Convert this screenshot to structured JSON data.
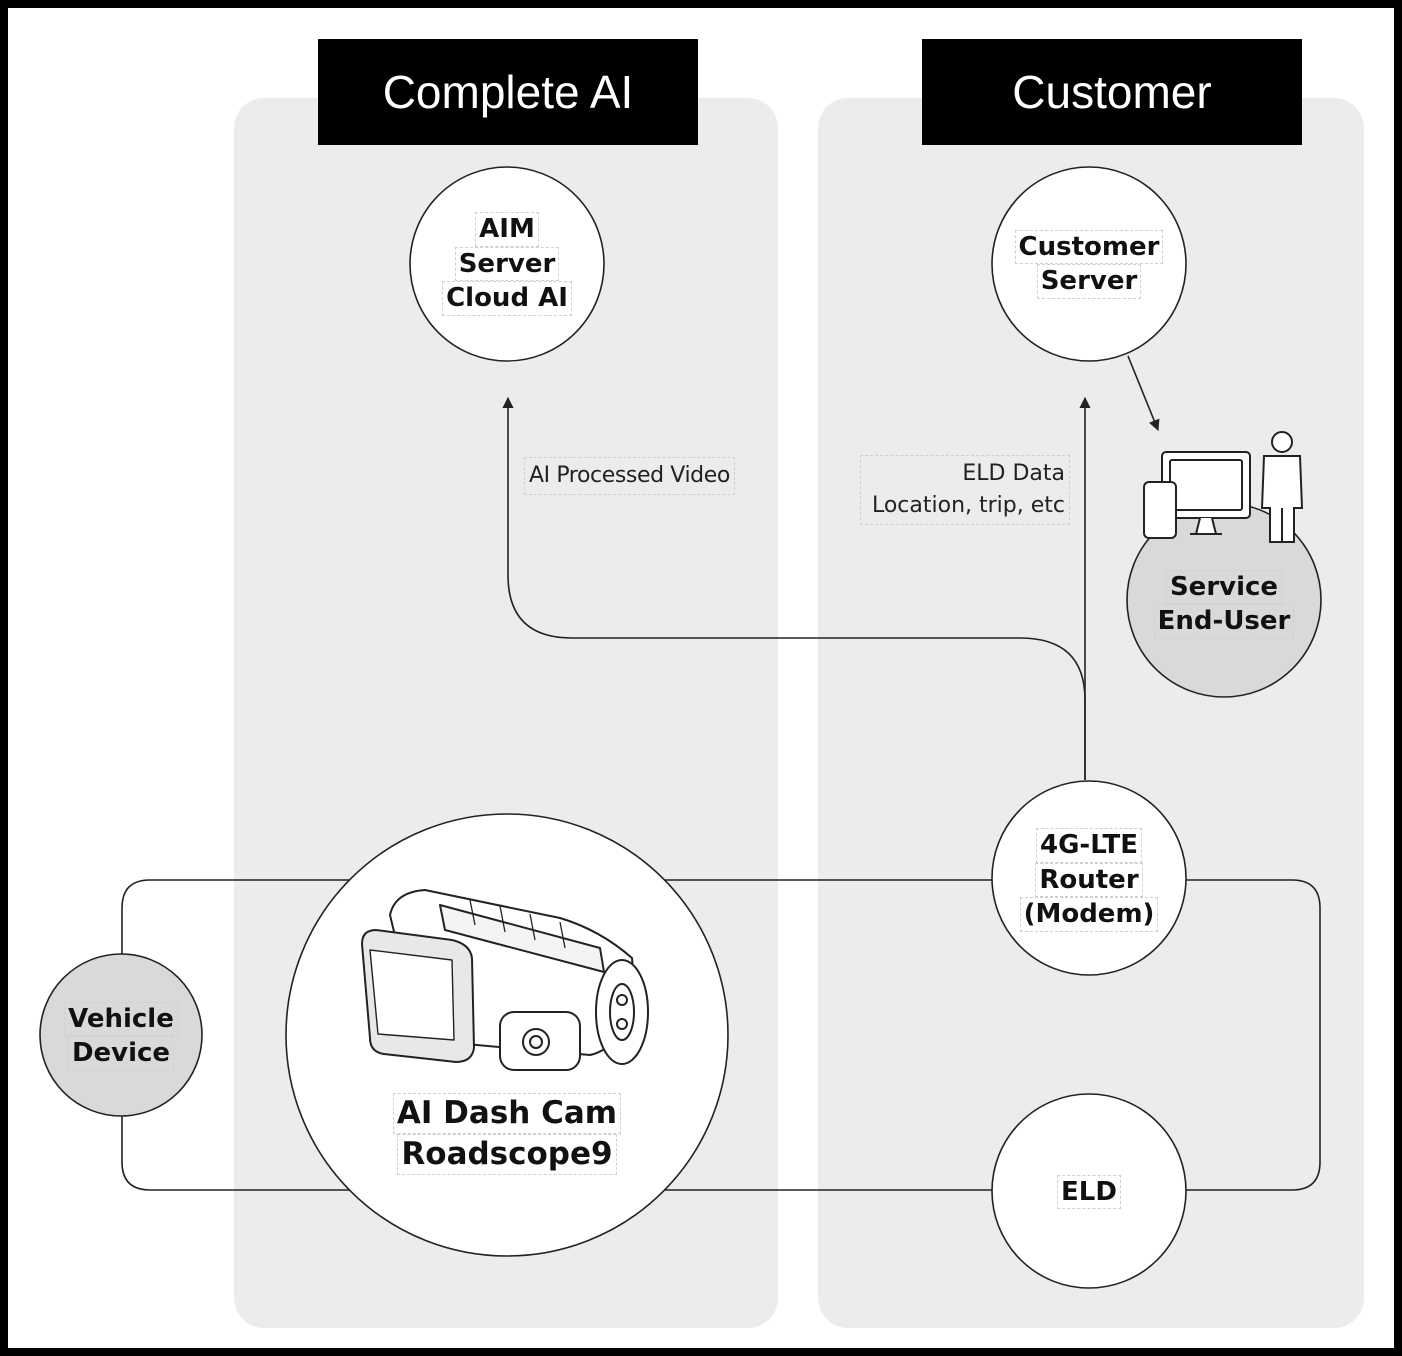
{
  "zones": {
    "left": {
      "title": "Complete AI"
    },
    "right": {
      "title": "Customer"
    }
  },
  "nodes": {
    "aim_server": {
      "lines": [
        "AIM",
        "Server",
        "Cloud AI"
      ]
    },
    "customer_server": {
      "lines": [
        "Customer",
        "Server"
      ]
    },
    "service_end_user": {
      "lines": [
        "Service",
        "End-User"
      ]
    },
    "router": {
      "lines": [
        "4G-LTE",
        "Router",
        "(Modem)"
      ]
    },
    "vehicle_device": {
      "lines": [
        "Vehicle",
        "Device"
      ]
    },
    "dash_cam": {
      "lines": [
        "AI Dash Cam",
        "Roadscope9"
      ]
    },
    "eld": {
      "lines": [
        "ELD"
      ]
    }
  },
  "edge_labels": {
    "video": "AI Processed Video",
    "eld_data": [
      "ELD Data",
      "Location, trip, etc"
    ]
  },
  "colors": {
    "zone_fill": "#ececec",
    "header_fill": "#000000",
    "node_fill": "#ffffff",
    "highlight_node_fill": "#d9d9d9",
    "stroke": "#222222"
  }
}
